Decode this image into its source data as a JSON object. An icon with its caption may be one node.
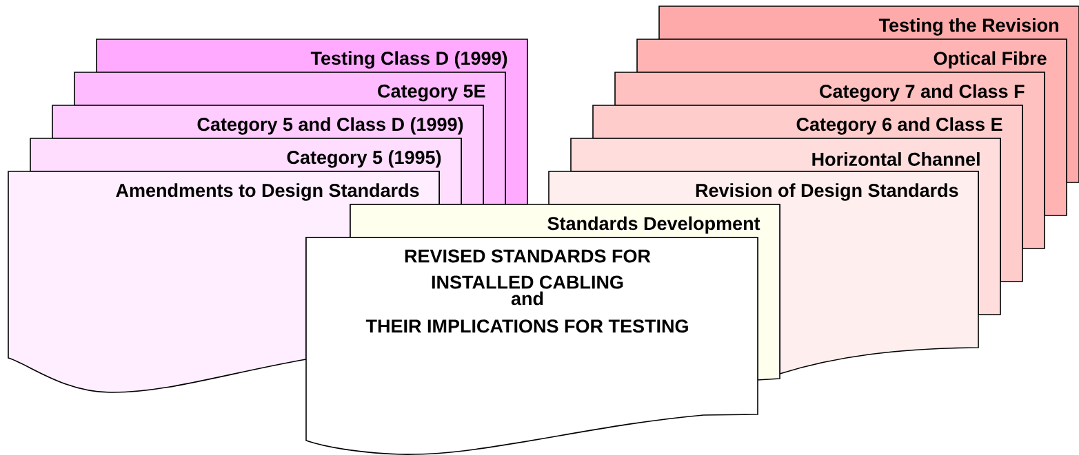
{
  "diagram": {
    "nodes": [
      {
        "text": [
          "Testing Class D (1999)"
        ]
      },
      {
        "text": [
          "Category 5E"
        ]
      },
      {
        "text": [
          "Category 5 and Class D (1999)"
        ]
      },
      {
        "text": [
          "Category 5 (1995)"
        ]
      },
      {
        "text": [
          "Amendments to Design Standards"
        ]
      },
      {
        "text": [
          "Testing the Revision"
        ]
      },
      {
        "text": [
          "Optical Fibre"
        ]
      },
      {
        "text": [
          "Category 7 and Class F"
        ]
      },
      {
        "text": [
          "Category 6 and Class E"
        ]
      },
      {
        "text": [
          "Horizontal Channel"
        ]
      },
      {
        "text": [
          "Revision of Design Standards"
        ]
      },
      {
        "text": [
          "Standards Development"
        ]
      },
      {
        "text": [
          "REVISED STANDARDS FOR INSTALLED CABLING",
          "and",
          "THEIR IMPLICATIONS FOR TESTING"
        ]
      }
    ]
  }
}
